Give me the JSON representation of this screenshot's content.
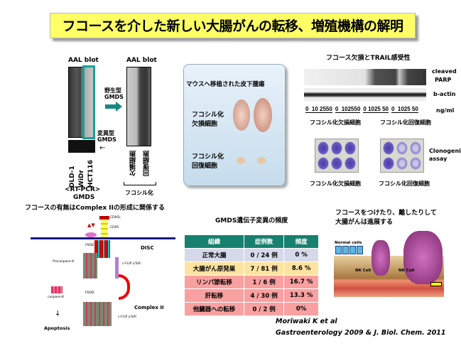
{
  "title": "フコースを介した新しい大腸がんの転移、増殖機構の解明",
  "left_blot": {
    "label1": "AAL blot",
    "label2": "AAL blot",
    "wild": "野生型\nGMDS",
    "wild_l1": "野生型",
    "wild_l2": "GMDS",
    "mut_l1": "変異型",
    "mut_l2": "GMDS",
    "lanes": [
      "DLD-1",
      "WiDr",
      "HCT116"
    ],
    "rtpcr": "<RT-PCR>",
    "gmds": "GMDS",
    "right_lanes": [
      "欠損細胞",
      "回復細胞"
    ],
    "fuco": "フコシル化"
  },
  "mouse": {
    "title": "マウスへ移植された皮下腫瘍",
    "def1": "フコシル化",
    "def2": "欠損細胞",
    "rec1": "フコシル化",
    "rec2": "回復細胞"
  },
  "trail": {
    "title": "フコース欠損とTRAIL感受性",
    "cleaved1": "cleaved",
    "cleaved2": "PARP",
    "actin": "b-actin",
    "doses": [
      "0  10 2550",
      "0  102550",
      "0 1025 50",
      "0  1025 50"
    ],
    "unit": "ng/ml",
    "grp1": "フコシル化欠損細胞",
    "grp2": "フコシル化回復細胞",
    "clono1": "Clonogenic",
    "clono2": "assay",
    "plate1": "フコシル化欠損細胞",
    "plate2": "フコシル化回復細胞"
  },
  "complex": {
    "heading": "フコースの有無はComplex IIの形成に関係する",
    "cd95l": "CD95L",
    "cd95": "CD95",
    "fadd": "FADD",
    "disc": "DISC",
    "procasp": "Procaspase-8",
    "cflip": "c-FLIP L/S/R",
    "casp8": "caspase-8",
    "fadd2": "FADD",
    "complex2": "Complex II",
    "cflip2": "c-FLIP L/S/R",
    "apoptosis": "Apoptosis"
  },
  "table": {
    "heading": "GMDS遺伝子変異の頻度",
    "headers": [
      "組織",
      "症例数",
      "頻度"
    ],
    "rows": [
      [
        "正常大腸",
        "0 / 24 例",
        "0 %"
      ],
      [
        "大腸がん原発巣",
        "7 / 81 例",
        "8.6 %"
      ],
      [
        "リンパ節転移",
        "1 / 6 例",
        "16.7 %"
      ],
      [
        "肝転移",
        "4 / 30 例",
        "13.3 %"
      ],
      [
        "他臓器への転移",
        "0 / 2 例",
        "0%"
      ]
    ],
    "colors": [
      "#d6d9ea",
      "#fde3a0",
      "#f9a0a0",
      "#f9a0a0",
      "#f9a0a0"
    ]
  },
  "progress": {
    "heading1": "フコースをつけたり、離したりして",
    "heading2": "大腸がんは進展する",
    "normal": "Normal cells",
    "nk1": "NK Cell",
    "nk2": "NK Cell"
  },
  "citation": {
    "line1": "Moriwaki K et al",
    "line2": "Gastroenterology 2009  &  J. Biol. Chem. 2011"
  }
}
